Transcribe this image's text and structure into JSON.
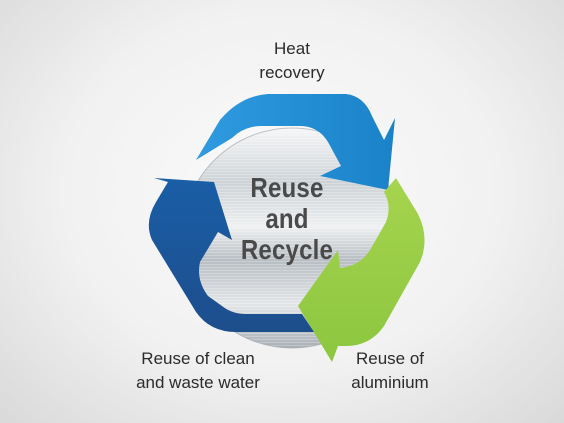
{
  "center": {
    "line1": "Reuse",
    "line2": "and",
    "line3": "Recycle"
  },
  "labels": {
    "heat_recovery": {
      "line1": "Heat",
      "line2": "recovery"
    },
    "aluminium": {
      "line1": "Reuse of",
      "line2": "aluminium"
    },
    "water": {
      "line1": "Reuse of clean",
      "line2": "and waste water"
    }
  },
  "colors": {
    "heat_arrow": "#1a82c8",
    "aluminium_arrow": "#8cc63f",
    "water_arrow": "#1d4e8c"
  },
  "icons": [
    "recycle-cycle-diagram",
    "brushed-metal-disc"
  ]
}
